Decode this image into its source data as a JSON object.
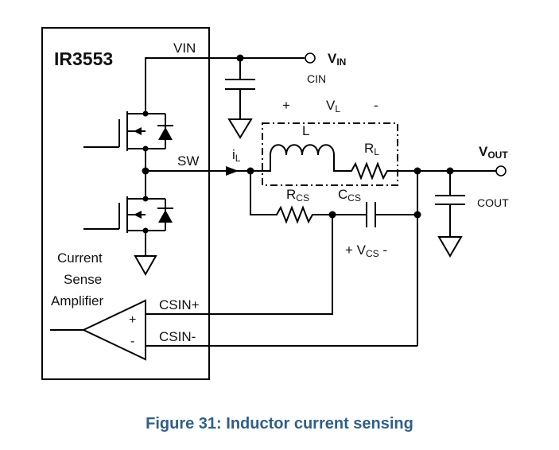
{
  "chip": {
    "name": "IR3553",
    "pin_vin": "VIN",
    "pin_sw": "SW",
    "pin_csin_plus": "CSIN+",
    "pin_csin_minus": "CSIN-",
    "amp_label_line1": "Current",
    "amp_label_line2": "Sense",
    "amp_label_line3": "Amplifier",
    "amp_plus": "+",
    "amp_minus": "-"
  },
  "nodes": {
    "vin_main": "V",
    "vin_sub": "IN",
    "vout_main": "V",
    "vout_sub": "OUT",
    "cin": "CIN",
    "cout": "COUT",
    "il_main": "i",
    "il_sub": "L"
  },
  "inductor": {
    "plus": "+",
    "minus": "-",
    "vl_main": "V",
    "vl_sub": "L",
    "l": "L",
    "rl_main": "R",
    "rl_sub": "L"
  },
  "sense": {
    "rcs_main": "R",
    "rcs_sub": "CS",
    "ccs_main": "C",
    "ccs_sub": "CS",
    "vcs_plus": "+ V",
    "vcs_sub": "CS",
    "vcs_minus": " -"
  },
  "caption": "Figure 31: Inductor current sensing",
  "colors": {
    "caption": "#2f5f8a",
    "wire": "#000000"
  }
}
